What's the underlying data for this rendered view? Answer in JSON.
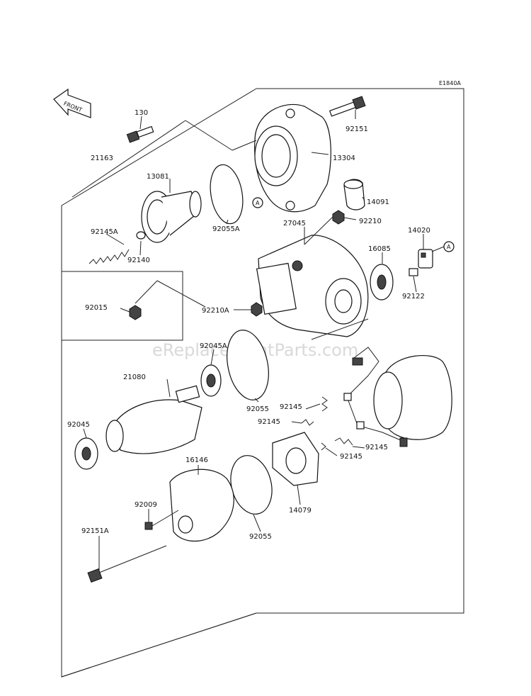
{
  "diagram": {
    "ref_code": "E1840A",
    "front_label": "FRONT",
    "watermark": "eReplacementParts.com",
    "callout_marker": "A",
    "labels": {
      "p130": "130",
      "p21163": "21163",
      "p13081": "13081",
      "p92055a": "92055A",
      "p92145a": "92145A",
      "p92140": "92140",
      "p92015": "92015",
      "p92210a": "92210A",
      "p92151_top": "92151",
      "p13304": "13304",
      "p14091": "14091",
      "p27045": "27045",
      "p92210": "92210",
      "p14020": "14020",
      "p16085": "16085",
      "p92122": "92122",
      "p92045a": "92045A",
      "p21080": "21080",
      "p92045": "92045",
      "p92055_mid": "92055",
      "p92145_1": "92145",
      "p92145_2": "92145",
      "p92145_3": "92145",
      "p92145_4": "92145",
      "p16146": "16146",
      "p92009": "92009",
      "p92055_low": "92055",
      "p14079": "14079",
      "p92151a": "92151A"
    }
  }
}
